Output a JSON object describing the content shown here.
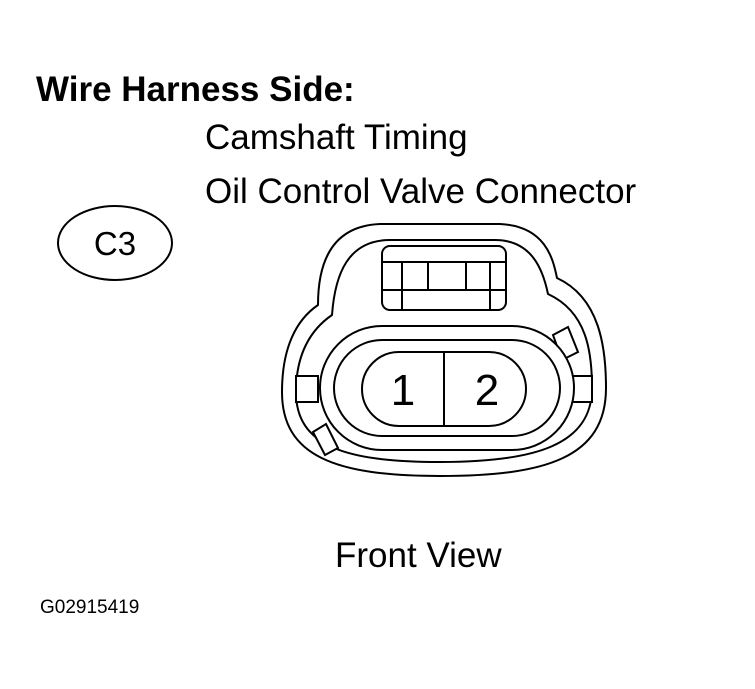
{
  "diagram": {
    "heading": "Wire Harness Side:",
    "component_name_line1": "Camshaft Timing",
    "component_name_line2": "Oil Control Valve Connector",
    "connector_code": "C3",
    "pins": [
      "1",
      "2"
    ],
    "view_label": "Front View",
    "figure_id": "G02915419"
  }
}
